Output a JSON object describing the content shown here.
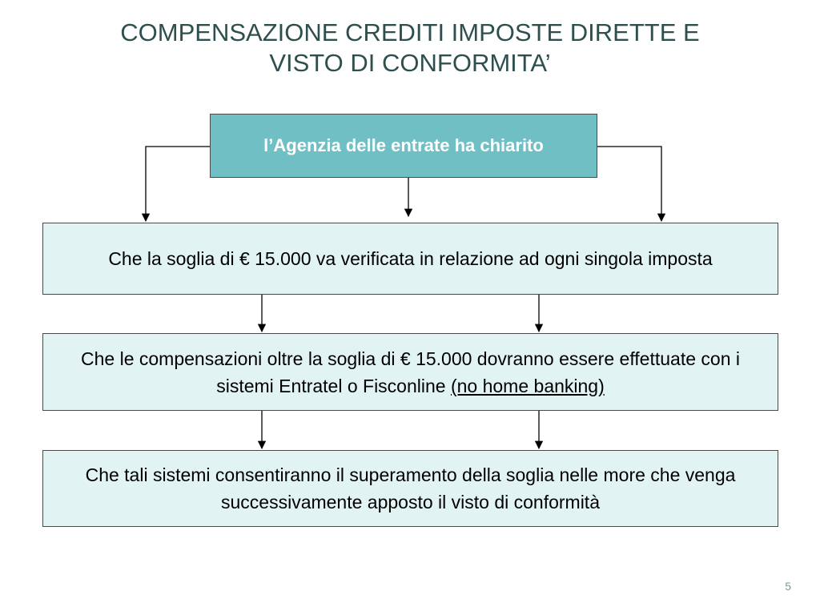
{
  "title": {
    "line1": "COMPENSAZIONE CREDITI IMPOSTE DIRETTE E",
    "line2": "VISTO DI CONFORMITA’"
  },
  "diagram": {
    "top_box": "l’Agenzia delle entrate ha chiarito",
    "box1": "Che la soglia di € 15.000 va verificata in relazione ad ogni singola imposta",
    "box2": {
      "text": "Che le compensazioni oltre la soglia di € 15.000 dovranno essere effettuate con i sistemi Entratel o Fisconline",
      "underlined": "(no home banking)"
    },
    "box3": "Che tali sistemi consentiranno il superamento della soglia nelle more che venga successivamente apposto il visto di conformità"
  },
  "page_number": "5",
  "colors": {
    "title": "#2f4f4f",
    "top_box_fill": "#6fbfc4",
    "box_fill": "#e2f3f3",
    "border": "#4a4a4a"
  }
}
